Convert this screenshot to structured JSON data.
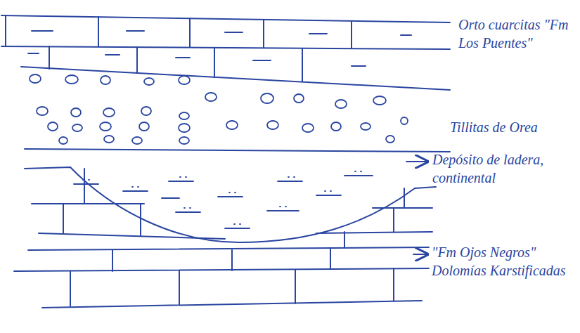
{
  "diagram": {
    "labels": [
      "Orto cuarcitas \"Fm Los Puentes\"",
      "Tillitas de Orea",
      "Depósito de ladera, continental",
      "\"Fm Ojos Negros\" Dolomías Karstificadas"
    ]
  }
}
